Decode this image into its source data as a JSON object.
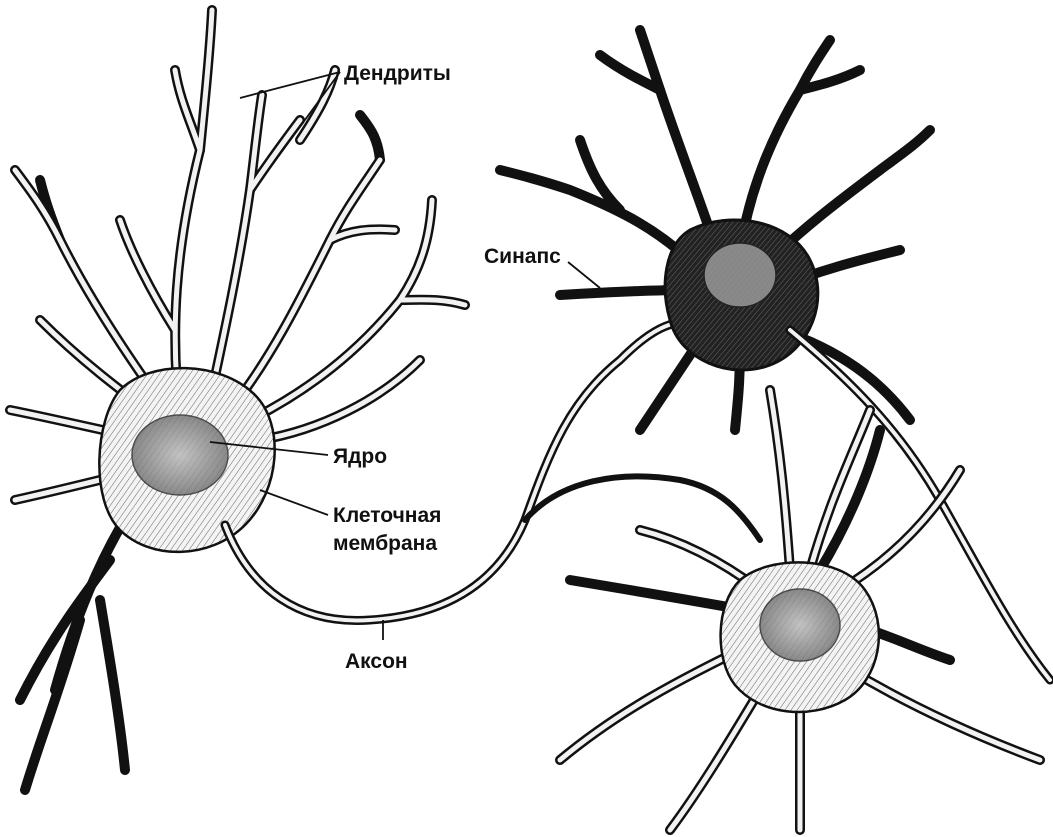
{
  "labels": {
    "dendrites": "Дендриты",
    "synapse": "Синапс",
    "nucleus": "Ядро",
    "membrane_line1": "Клеточная",
    "membrane_line2": "мембрана",
    "axon": "Аксон"
  },
  "colors": {
    "ink": "#111111",
    "cell_fill": "#efefef",
    "dark_cell": "#1c1c1c",
    "background": "#ffffff"
  }
}
